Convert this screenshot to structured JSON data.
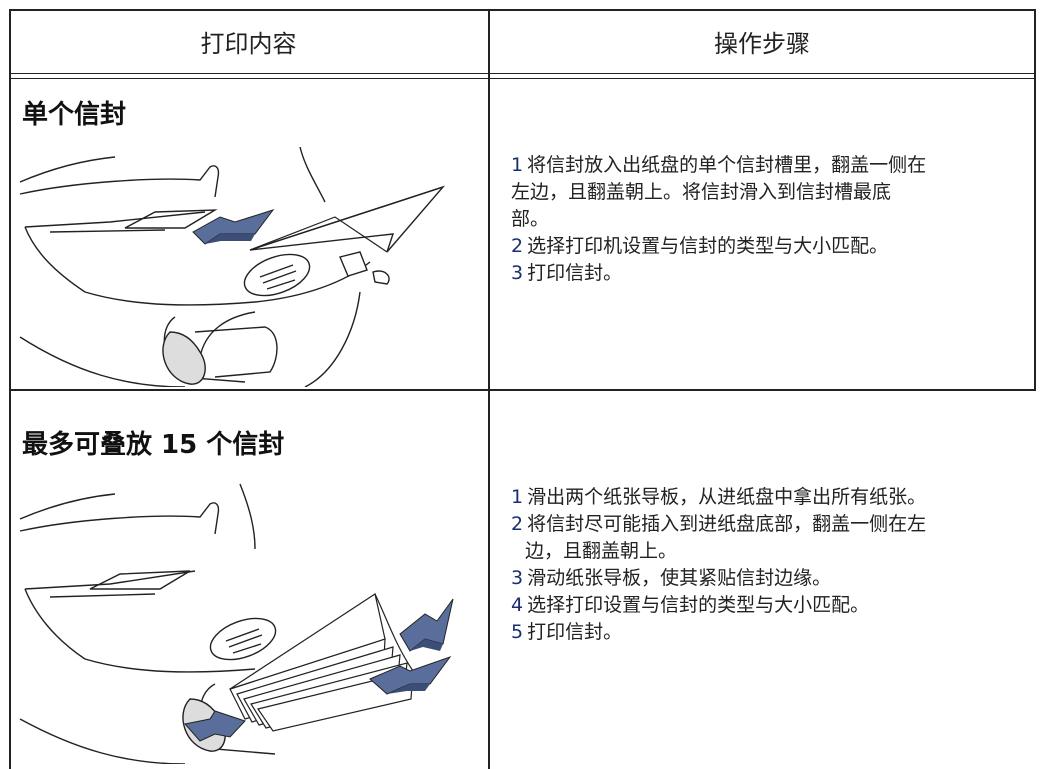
{
  "table": {
    "header": {
      "col1": "打印内容",
      "col2": "操作步骤"
    },
    "rows": [
      {
        "title": "单个信封",
        "steps": [
          {
            "num": "1",
            "text": "将信封放入出纸盘的单个信封槽里，翻盖一侧在"
          },
          {
            "num": "",
            "text": "左边，且翻盖朝上。将信封滑入到信封槽最底"
          },
          {
            "num": "",
            "text": "部。"
          },
          {
            "num": "2",
            "text": "选择打印机设置与信封的类型与大小匹配。"
          },
          {
            "num": "3",
            "text": "打印信封。"
          }
        ]
      },
      {
        "title": "最多可叠放 15 个信封",
        "steps": [
          {
            "num": "1",
            "text": "滑出两个纸张导板，从进纸盘中拿出所有纸张。"
          },
          {
            "num": "2",
            "text": "将信封尽可能插入到进纸盘底部，翻盖一侧在左"
          },
          {
            "num": "",
            "text": "边，且翻盖朝上。"
          },
          {
            "num": "3",
            "text": "滑动纸张导板，使其紧贴信封边缘。"
          },
          {
            "num": "4",
            "text": "选择打印设置与信封的类型与大小匹配。"
          },
          {
            "num": "5",
            "text": "打印信封。"
          }
        ]
      }
    ]
  },
  "colors": {
    "arrow": "#5a6e9c",
    "arrow_dark": "#3c4d78",
    "line": "#222222",
    "number": "#1a2d6e"
  }
}
